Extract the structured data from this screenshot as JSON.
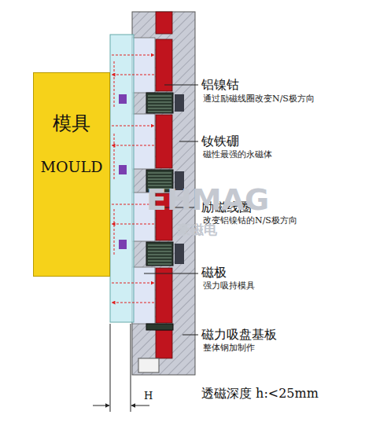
{
  "diagram": {
    "nodes": [
      {
        "text": [
          "模具",
          "MOULD"
        ]
      }
    ],
    "labels": [
      "铝镍钴",
      "通过励磁线圈改变N/S极方向",
      "钕铁硼",
      "磁性最强的永磁体",
      "励磁线圈",
      "改变铝镍钴的N/S极方向",
      "磁极",
      "强力吸持模具",
      "磁力吸盘基板",
      "整体钢加制作",
      "H",
      "透磁深度 h:<25mm",
      "EHMAG",
      "豪磁电"
    ]
  }
}
